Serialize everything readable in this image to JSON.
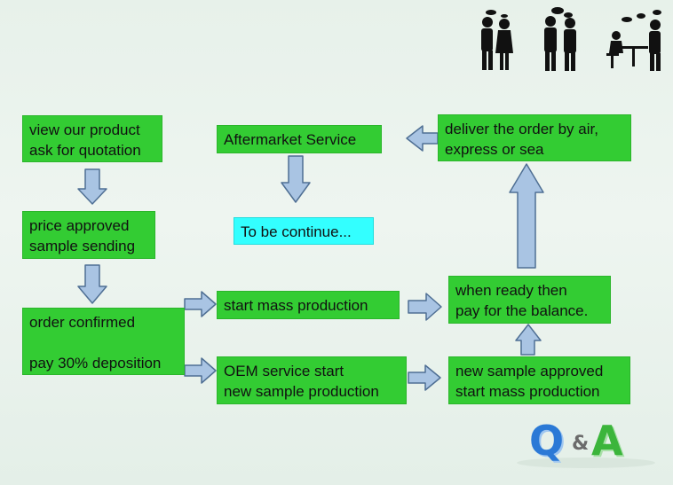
{
  "colors": {
    "box_green": "#33cc33",
    "box_cyan": "#33ffff",
    "arrow_fill": "#a9c4e3",
    "arrow_stroke": "#4f6f94"
  },
  "nodes": {
    "view_quote": {
      "lines": [
        "view our product",
        "ask for quotation"
      ]
    },
    "price_sample": {
      "lines": [
        "price approved",
        "sample sending"
      ]
    },
    "order_confirmed": {
      "lines": [
        "order confirmed",
        "",
        "pay 30% deposition"
      ]
    },
    "mass_production": {
      "lines": [
        "start mass production"
      ]
    },
    "oem_service": {
      "lines": [
        "OEM service start",
        "new sample production"
      ]
    },
    "ready_pay": {
      "lines": [
        "when ready then",
        "pay for the balance."
      ]
    },
    "new_sample_approved": {
      "lines": [
        "new sample approved",
        "start mass production"
      ]
    },
    "deliver": {
      "lines": [
        "deliver the order by air,",
        "express or sea"
      ]
    },
    "aftermarket": {
      "lines": [
        "Aftermarket Service"
      ]
    },
    "to_be_continue": {
      "lines": [
        "To be continue..."
      ]
    }
  },
  "decor": {
    "people_icon": "business-people-silhouettes",
    "logo_text": {
      "q": "Q",
      "amp": "&",
      "a": "A"
    }
  }
}
